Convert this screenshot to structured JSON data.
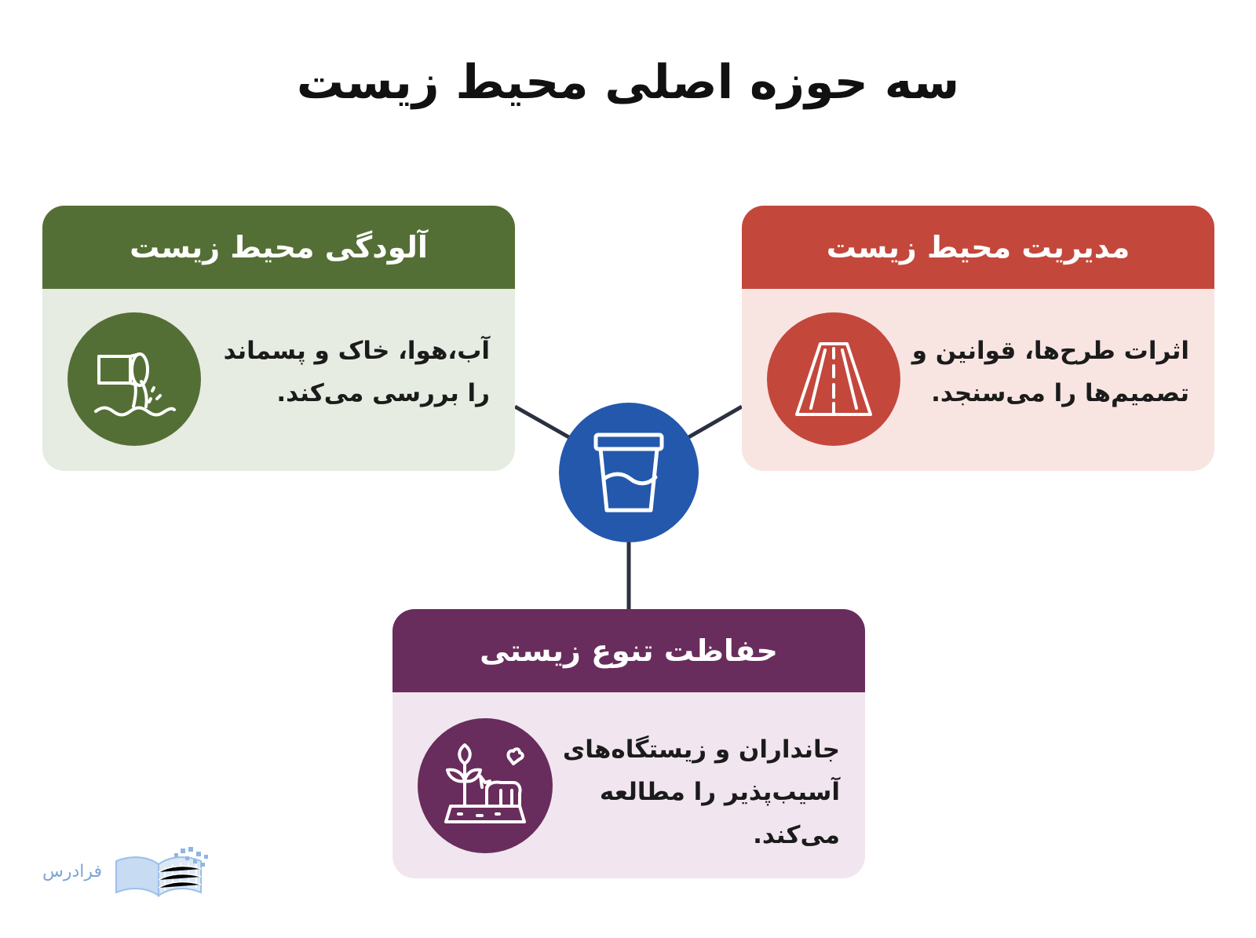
{
  "title": "سه حوزه اصلی محیط زیست",
  "cards": {
    "pollution": {
      "title": "آلودگی محیط زیست",
      "line1": "آب،هوا، خاک و پسماند",
      "line2": "را بررسی می‌کند.",
      "icon": "pipe-discharge-icon",
      "header_color": "#546f35",
      "body_color": "#e6ece1",
      "circle_color": "#546f35"
    },
    "management": {
      "title": "مدیریت محیط زیست",
      "line1": "اثرات طرح‌ها، قوانین و",
      "line2": "تصمیم‌ها را می‌سنجد.",
      "icon": "road-icon",
      "header_color": "#c4473c",
      "body_color": "#f8e5e2",
      "circle_color": "#c4473c"
    },
    "biodiversity": {
      "title": "حفاظت تنوع زیستی",
      "line1": "جانداران و زیستگاه‌های",
      "line2": "آسیب‌پذیر را مطالعه",
      "line3": "می‌کند.",
      "icon": "wildlife-plant-icon",
      "header_color": "#682d5c",
      "body_color": "#f1e6ef",
      "circle_color": "#682d5c"
    }
  },
  "hub": {
    "icon": "water-container-icon",
    "color": "#2358ad"
  },
  "logo": {
    "text": "فرادرس",
    "icon": "open-book-icon"
  }
}
